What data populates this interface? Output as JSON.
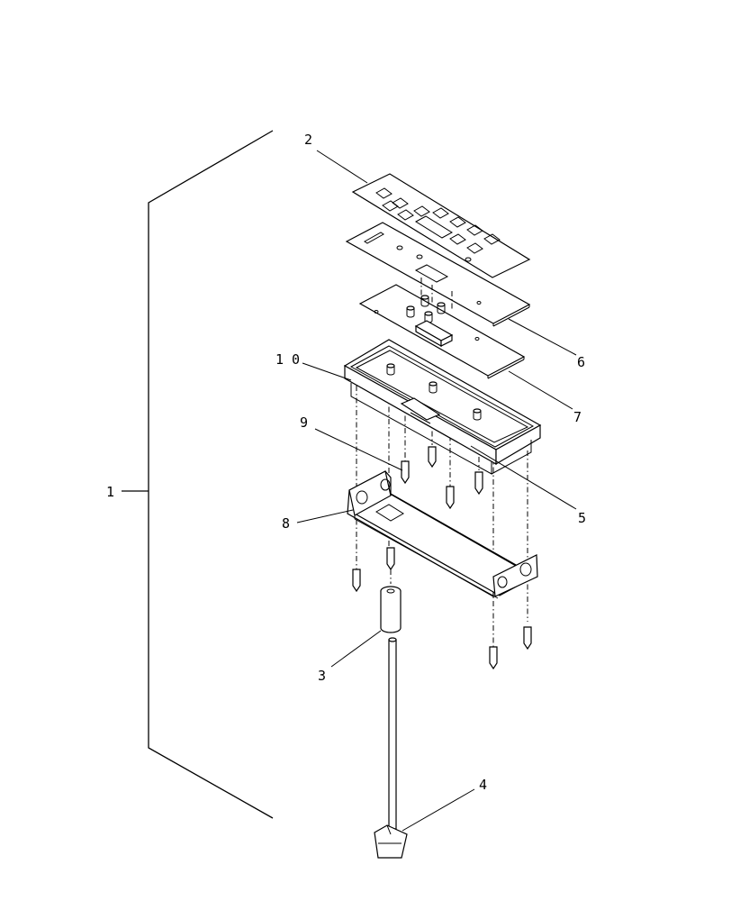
{
  "callouts": [
    {
      "id": "c1",
      "text": "1"
    },
    {
      "id": "c2",
      "text": "2"
    },
    {
      "id": "c3",
      "text": "3"
    },
    {
      "id": "c4",
      "text": "4"
    },
    {
      "id": "c5",
      "text": "5"
    },
    {
      "id": "c6",
      "text": "6"
    },
    {
      "id": "c7",
      "text": "7"
    },
    {
      "id": "c8",
      "text": "8"
    },
    {
      "id": "c9",
      "text": "9"
    },
    {
      "id": "c10",
      "text": "1 0"
    }
  ]
}
